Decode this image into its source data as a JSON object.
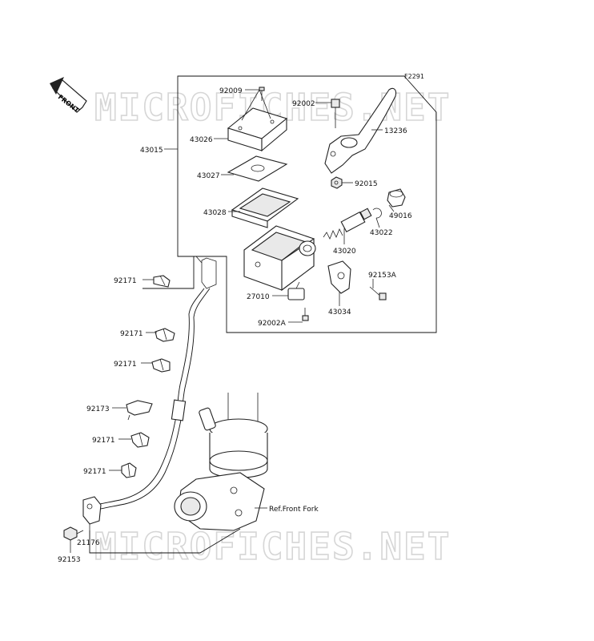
{
  "figure_code": "F2291",
  "front_arrow": "FRONT",
  "watermark": "MICROFICHES.NET",
  "reference": "Ref.Front Fork",
  "parts": {
    "p92009": "92009",
    "p92002": "92002",
    "p13236": "13236",
    "p43026": "43026",
    "p43015": "43015",
    "p43027": "43027",
    "p92015": "92015",
    "p49016": "49016",
    "p43028": "43028",
    "p43022": "43022",
    "p43020": "43020",
    "p92153A": "92153A",
    "p27010": "27010",
    "p43034": "43034",
    "p92002A": "92002A",
    "p92171_a": "92171",
    "p92171_b": "92171",
    "p92171_c": "92171",
    "p92173": "92173",
    "p92171_d": "92171",
    "p92171_e": "92171",
    "p21176": "21176",
    "p92153": "92153"
  }
}
